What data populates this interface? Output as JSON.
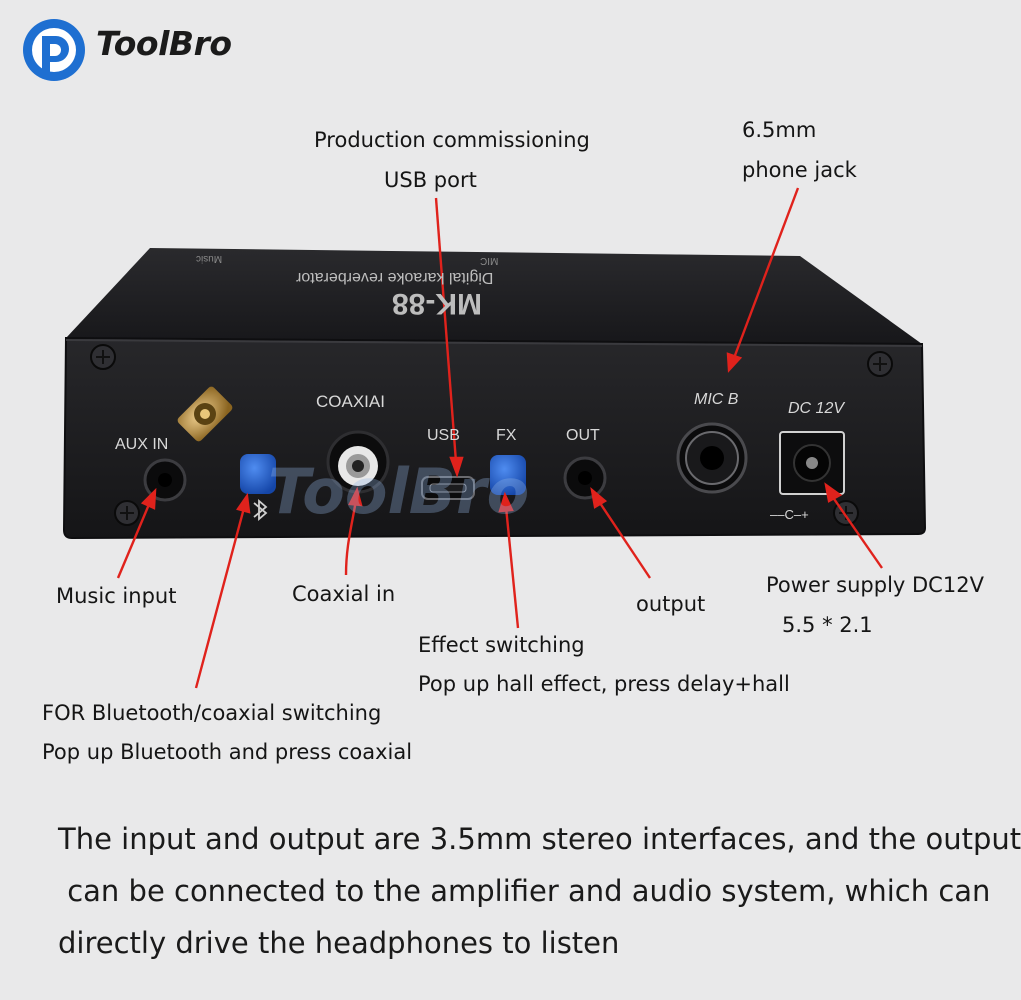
{
  "brand": {
    "name": "ToolBro",
    "watermark": "ToolBro",
    "accent": "#1e6fd1"
  },
  "device": {
    "model": "MK-88",
    "subtitle": "Digital karaoke reverberator",
    "top_music": "Music",
    "top_mic": "MIC",
    "ports": {
      "aux_in": "AUX IN",
      "coaxial": "COAXIAI",
      "usb": "USB",
      "fx": "FX",
      "out": "OUT",
      "mic_b": "MIC B",
      "dc": "DC 12V",
      "polarity": "––C–+"
    },
    "colors": {
      "panel": "#1c1c1e",
      "button": "#1f5fcf",
      "antenna": "#c89a3a"
    }
  },
  "callouts": {
    "usb_line1": "Production commissioning",
    "usb_line2": "USB port",
    "jack_line1": "6.5mm",
    "jack_line2": "phone jack",
    "music_input": "Music input",
    "coaxial_in": "Coaxial in",
    "output": "output",
    "power_line1": "Power supply DC12V",
    "power_line2": "5.5 * 2.1",
    "effect_line1": "Effect switching",
    "effect_line2": "Pop up hall effect, press delay+hall",
    "bt_line1": "FOR Bluetooth/coaxial switching",
    "bt_line2": "Pop up Bluetooth and press coaxial"
  },
  "note": {
    "line1": "The input and output are 3.5mm stereo interfaces, and the output",
    "line2": " can be connected to the amplifier and audio system, which can",
    "line3": "directly drive the headphones to listen"
  }
}
